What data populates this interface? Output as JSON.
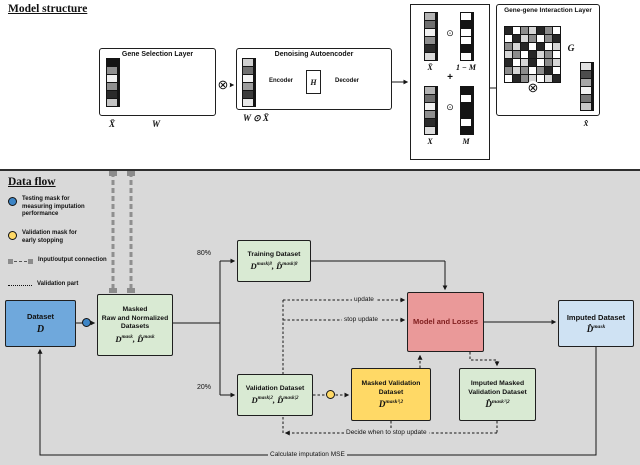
{
  "model_structure": {
    "title": "Model structure",
    "otimes": "⊗",
    "gene_selection": {
      "title": "Gene Selection Layer",
      "input_math": "X̄",
      "weight_math": "W"
    },
    "autoencoder": {
      "title": "Denoising Autoencoder",
      "encoder_label": "Encoder",
      "hidden_label": "H",
      "decoder_label": "Decoder",
      "input_math": "W ⊙ X̄"
    },
    "combine": {
      "odot": "⊙",
      "plus": "+",
      "xbar_math": "X̄",
      "one_minus_m_math": "1 − M",
      "x_math": "X",
      "m_math": "M"
    },
    "interaction": {
      "title": "Gene-gene Interaction Layer",
      "matrix_math": "G",
      "output_math": "x̂"
    },
    "vectors": {
      "input": [
        "#141414",
        "#8f8f8f",
        "#f0f0f0",
        "#8f8f8f",
        "#2b2b2b",
        "#c4c4c4"
      ],
      "dae_input": [
        "#cfcfcf",
        "#6e6e6e",
        "#f2f2f2",
        "#9c9c9c",
        "#3c3c3c",
        "#e6e6e6"
      ],
      "combine_x_top": [
        "#b3b3b3",
        "#6e6e6e",
        "#f2f2f2",
        "#8f8f8f",
        "#2b2b2b",
        "#dcdcdc"
      ],
      "combine_one_minus_m": [
        "#ffffff",
        "#141414",
        "#ffffff",
        "#ffffff",
        "#141414",
        "#ffffff"
      ],
      "combine_x_bottom": [
        "#b3b3b3",
        "#6e6e6e",
        "#f2f2f2",
        "#8f8f8f",
        "#2b2b2b",
        "#dcdcdc"
      ],
      "combine_m": [
        "#141414",
        "#ffffff",
        "#141414",
        "#141414",
        "#ffffff",
        "#141414"
      ],
      "output": [
        "#e0e0e0",
        "#4d4d4d",
        "#a6a6a6",
        "#f2f2f2",
        "#777777",
        "#c9c9c9"
      ]
    },
    "matrix": {
      "palette": {
        "d": "#262626",
        "g": "#8c8c8c",
        "l": "#d6d6d6",
        "w": "#ffffff"
      },
      "rows": [
        "dwgldgw",
        "wdlgwgd",
        "gldwdwl",
        "lgwdlgw",
        "dwldwgl",
        "glgwgdw",
        "wdglwld"
      ]
    }
  },
  "data_flow": {
    "title": "Data flow",
    "legend": [
      {
        "icon": "testing-mask-dot",
        "label": "Testing mask for\nmeasuring imputation\nperformance"
      },
      {
        "icon": "validation-mask-dot",
        "label": "Validation mask for\nearly stopping"
      },
      {
        "icon": "io-connection",
        "label": "Input/output connection"
      },
      {
        "icon": "validation-part",
        "label": "Validation part"
      }
    ],
    "boxes": {
      "dataset": {
        "title": "Dataset",
        "math": "D"
      },
      "masked": {
        "title": "Masked\nRaw and Normalized\nDatasets",
        "math_html": "D<sup>mask</sup>, D̂<sup>mask</sup>"
      },
      "training": {
        "title": "Training Dataset",
        "math_html": "D<sup>mask|8</sup>, D̂<sup>mask|8</sup>"
      },
      "validation": {
        "title": "Validation Dataset",
        "math_html": "D<sup>mask|2</sup>, D̂<sup>mask|2</sup>"
      },
      "masked_validation": {
        "title": "Masked Validation\nDataset",
        "math_html": "D<sup>mask²|2</sup>"
      },
      "model": {
        "title": "Model and Losses"
      },
      "imputed_masked_validation": {
        "title": "Imputed Masked\nValidation Dataset",
        "math_html": "D̂<sup>mask²|2</sup>"
      },
      "imputed": {
        "title": "Imputed Dataset",
        "math_html": "D̂<sup>mask</sup>"
      }
    },
    "labels": {
      "p80": "80%",
      "p20": "20%",
      "update": "update",
      "stop_update": "stop update",
      "decide": "Decide when to stop update",
      "mse": "Calculate imputation MSE"
    }
  },
  "colors": {
    "panel_bg": "#d9d9d9",
    "dataset_fill": "#6fa8dc",
    "green_fill": "#d9ead3",
    "yellow_fill": "#ffd966",
    "model_fill": "#ea9999",
    "model_text": "#7f1d1d",
    "imputed_fill": "#cfe2f3",
    "testing_dot": "#3d85c6",
    "validation_dot": "#ffd966"
  }
}
